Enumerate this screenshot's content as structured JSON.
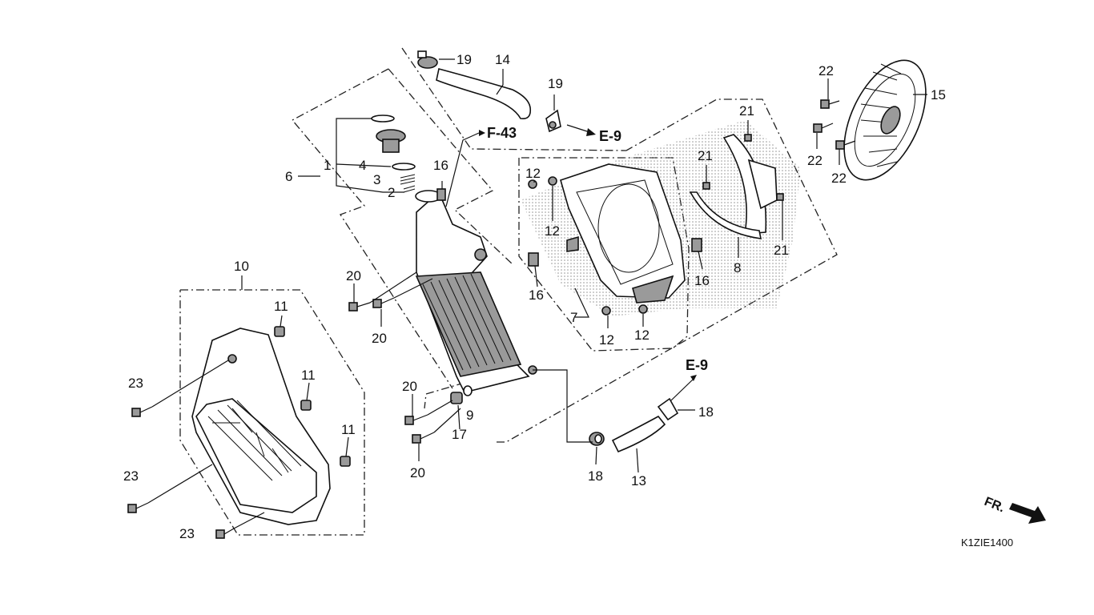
{
  "labels": {
    "p1": "1",
    "p2": "2",
    "p3": "3",
    "p4": "4",
    "p6": "6",
    "p7": "7",
    "p8": "8",
    "p9": "9",
    "p10": "10",
    "p11a": "11",
    "p11b": "11",
    "p11c": "11",
    "p12a": "12",
    "p12b": "12",
    "p12c": "12",
    "p12d": "12",
    "p13": "13",
    "p14": "14",
    "p15": "15",
    "p16a": "16",
    "p16b": "16",
    "p16c": "16",
    "p17": "17",
    "p18a": "18",
    "p18b": "18",
    "p19a": "19",
    "p19b": "19",
    "p20a": "20",
    "p20b": "20",
    "p20c": "20",
    "p20d": "20",
    "p21a": "21",
    "p21b": "21",
    "p21c": "21",
    "p22a": "22",
    "p22b": "22",
    "p22c": "22",
    "p23a": "23",
    "p23b": "23",
    "p23c": "23"
  },
  "refs": {
    "f43": "F-43",
    "e9a": "E-9",
    "e9b": "E-9"
  },
  "front_label": "FR.",
  "diagram_code": "K1ZIE1400"
}
